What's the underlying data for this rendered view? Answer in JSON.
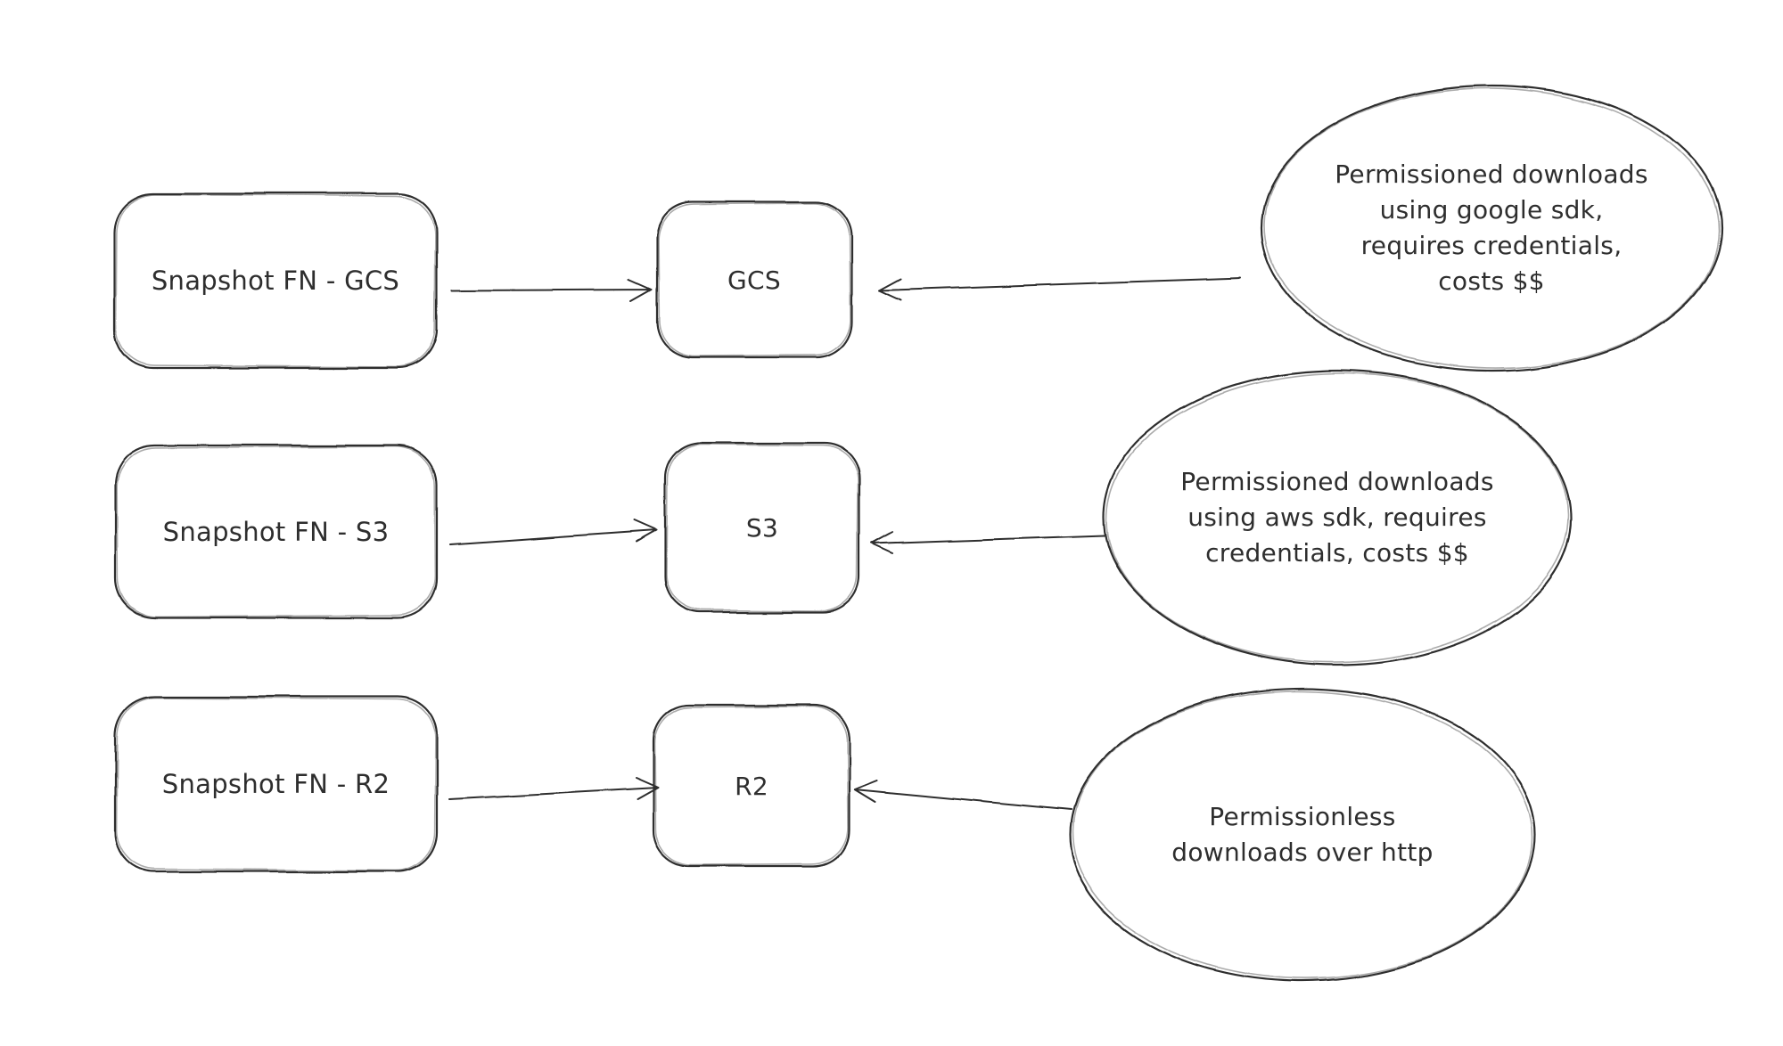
{
  "diagram": {
    "colors": {
      "ink": "#2e2e2e",
      "background": "#ffffff"
    },
    "rows": [
      {
        "source": "Snapshot FN - GCS",
        "target": "GCS",
        "note_lines": [
          "Permissioned downloads",
          "using google sdk,",
          "requires credentials,",
          "costs $$"
        ]
      },
      {
        "source": "Snapshot FN - S3",
        "target": "S3",
        "note_lines": [
          "Permissioned downloads",
          "using aws sdk, requires",
          "credentials, costs $$"
        ]
      },
      {
        "source": "Snapshot FN - R2",
        "target": "R2",
        "note_lines": [
          "Permissionless",
          "downloads over http"
        ]
      }
    ]
  }
}
